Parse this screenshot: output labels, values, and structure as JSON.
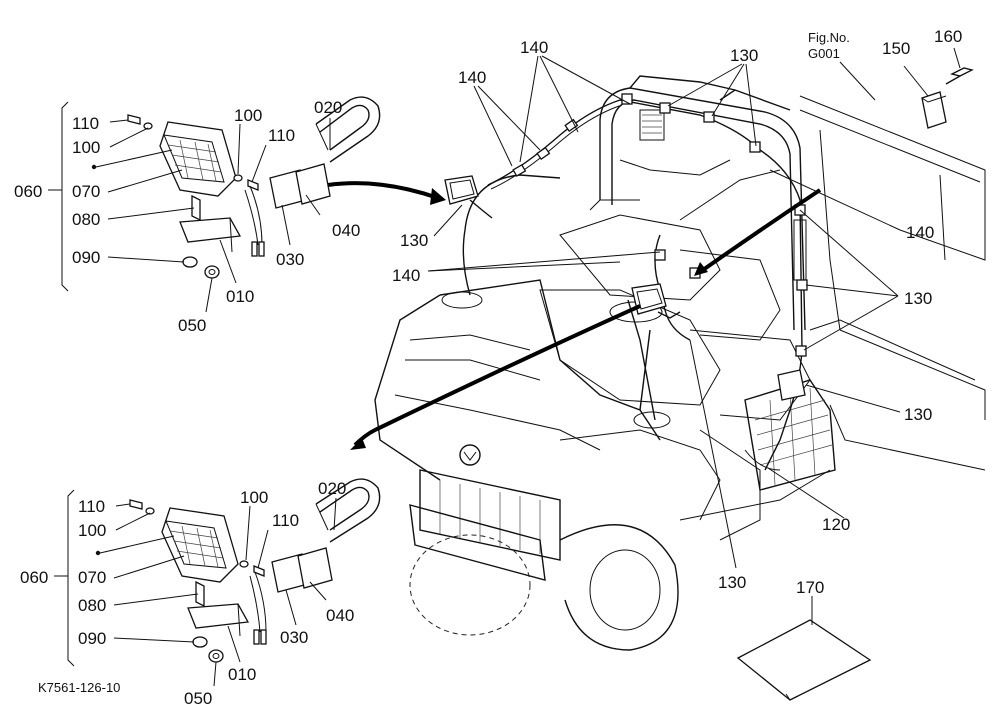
{
  "labels": {
    "l110_top": "110",
    "l100_top": "100",
    "l100_top_b": "100",
    "l110_top_b": "110",
    "l020_top": "020",
    "l070_top": "070",
    "l060_top": "060",
    "l080_top": "080",
    "l040_top": "040",
    "l030_top": "030",
    "l090_top": "090",
    "l010_top": "010",
    "l050_top": "050",
    "l130_top_left": "130",
    "l140_a": "140",
    "l140_b": "140",
    "l140_c": "140",
    "l130_a": "130",
    "l140_right": "140",
    "l130_right_a": "130",
    "l130_right_b": "130",
    "l120": "120",
    "l130_bottom": "130",
    "l150": "150",
    "l160": "160",
    "l170": "170",
    "l110_bot": "110",
    "l100_bot": "100",
    "l100_bot_b": "100",
    "l110_bot_b": "110",
    "l020_bot": "020",
    "l070_bot": "070",
    "l060_bot": "060",
    "l080_bot": "080",
    "l040_bot": "040",
    "l030_bot": "030",
    "l090_bot": "090",
    "l010_bot": "010",
    "l050_bot": "050"
  },
  "fig_no": "Fig.No.",
  "fig_code": "G001",
  "drawing_code": "K7561-126-10"
}
